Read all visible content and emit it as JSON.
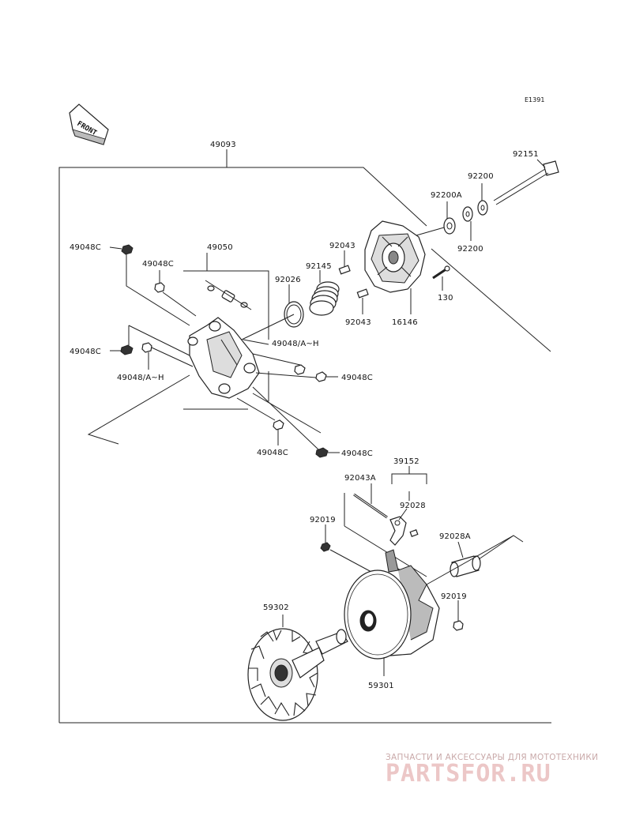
{
  "diagram_code": "E1391",
  "direction_marker": "FRONT",
  "labels": {
    "p49093": "49093",
    "p92151": "92151",
    "p92200_top": "92200",
    "p92200A": "92200A",
    "p92200_bottom": "92200",
    "p92043_top": "92043",
    "p92145": "92145",
    "p92026": "92026",
    "p49050": "49050",
    "p49048C_1": "49048C",
    "p49048C_2": "49048C",
    "p49048C_3": "49048C",
    "p49048C_4": "49048C",
    "p49048C_5": "49048C",
    "p49048C_6": "49048C",
    "p49048AH_1": "49048/A~H",
    "p49048AH_2": "49048/A~H",
    "p130": "130",
    "p92043_bottom": "92043",
    "p16146": "16146",
    "p39152": "39152",
    "p92043A": "92043A",
    "p92028": "92028",
    "p92019_1": "92019",
    "p92028A": "92028A",
    "p92019_2": "92019",
    "p59302": "59302",
    "p59301": "59301"
  },
  "watermark": {
    "tagline": "ЗАПЧАСТИ И АКСЕССУАРЫ ДЛЯ МОТОТЕХНИКИ",
    "logo": "PARTSFOR.RU"
  }
}
